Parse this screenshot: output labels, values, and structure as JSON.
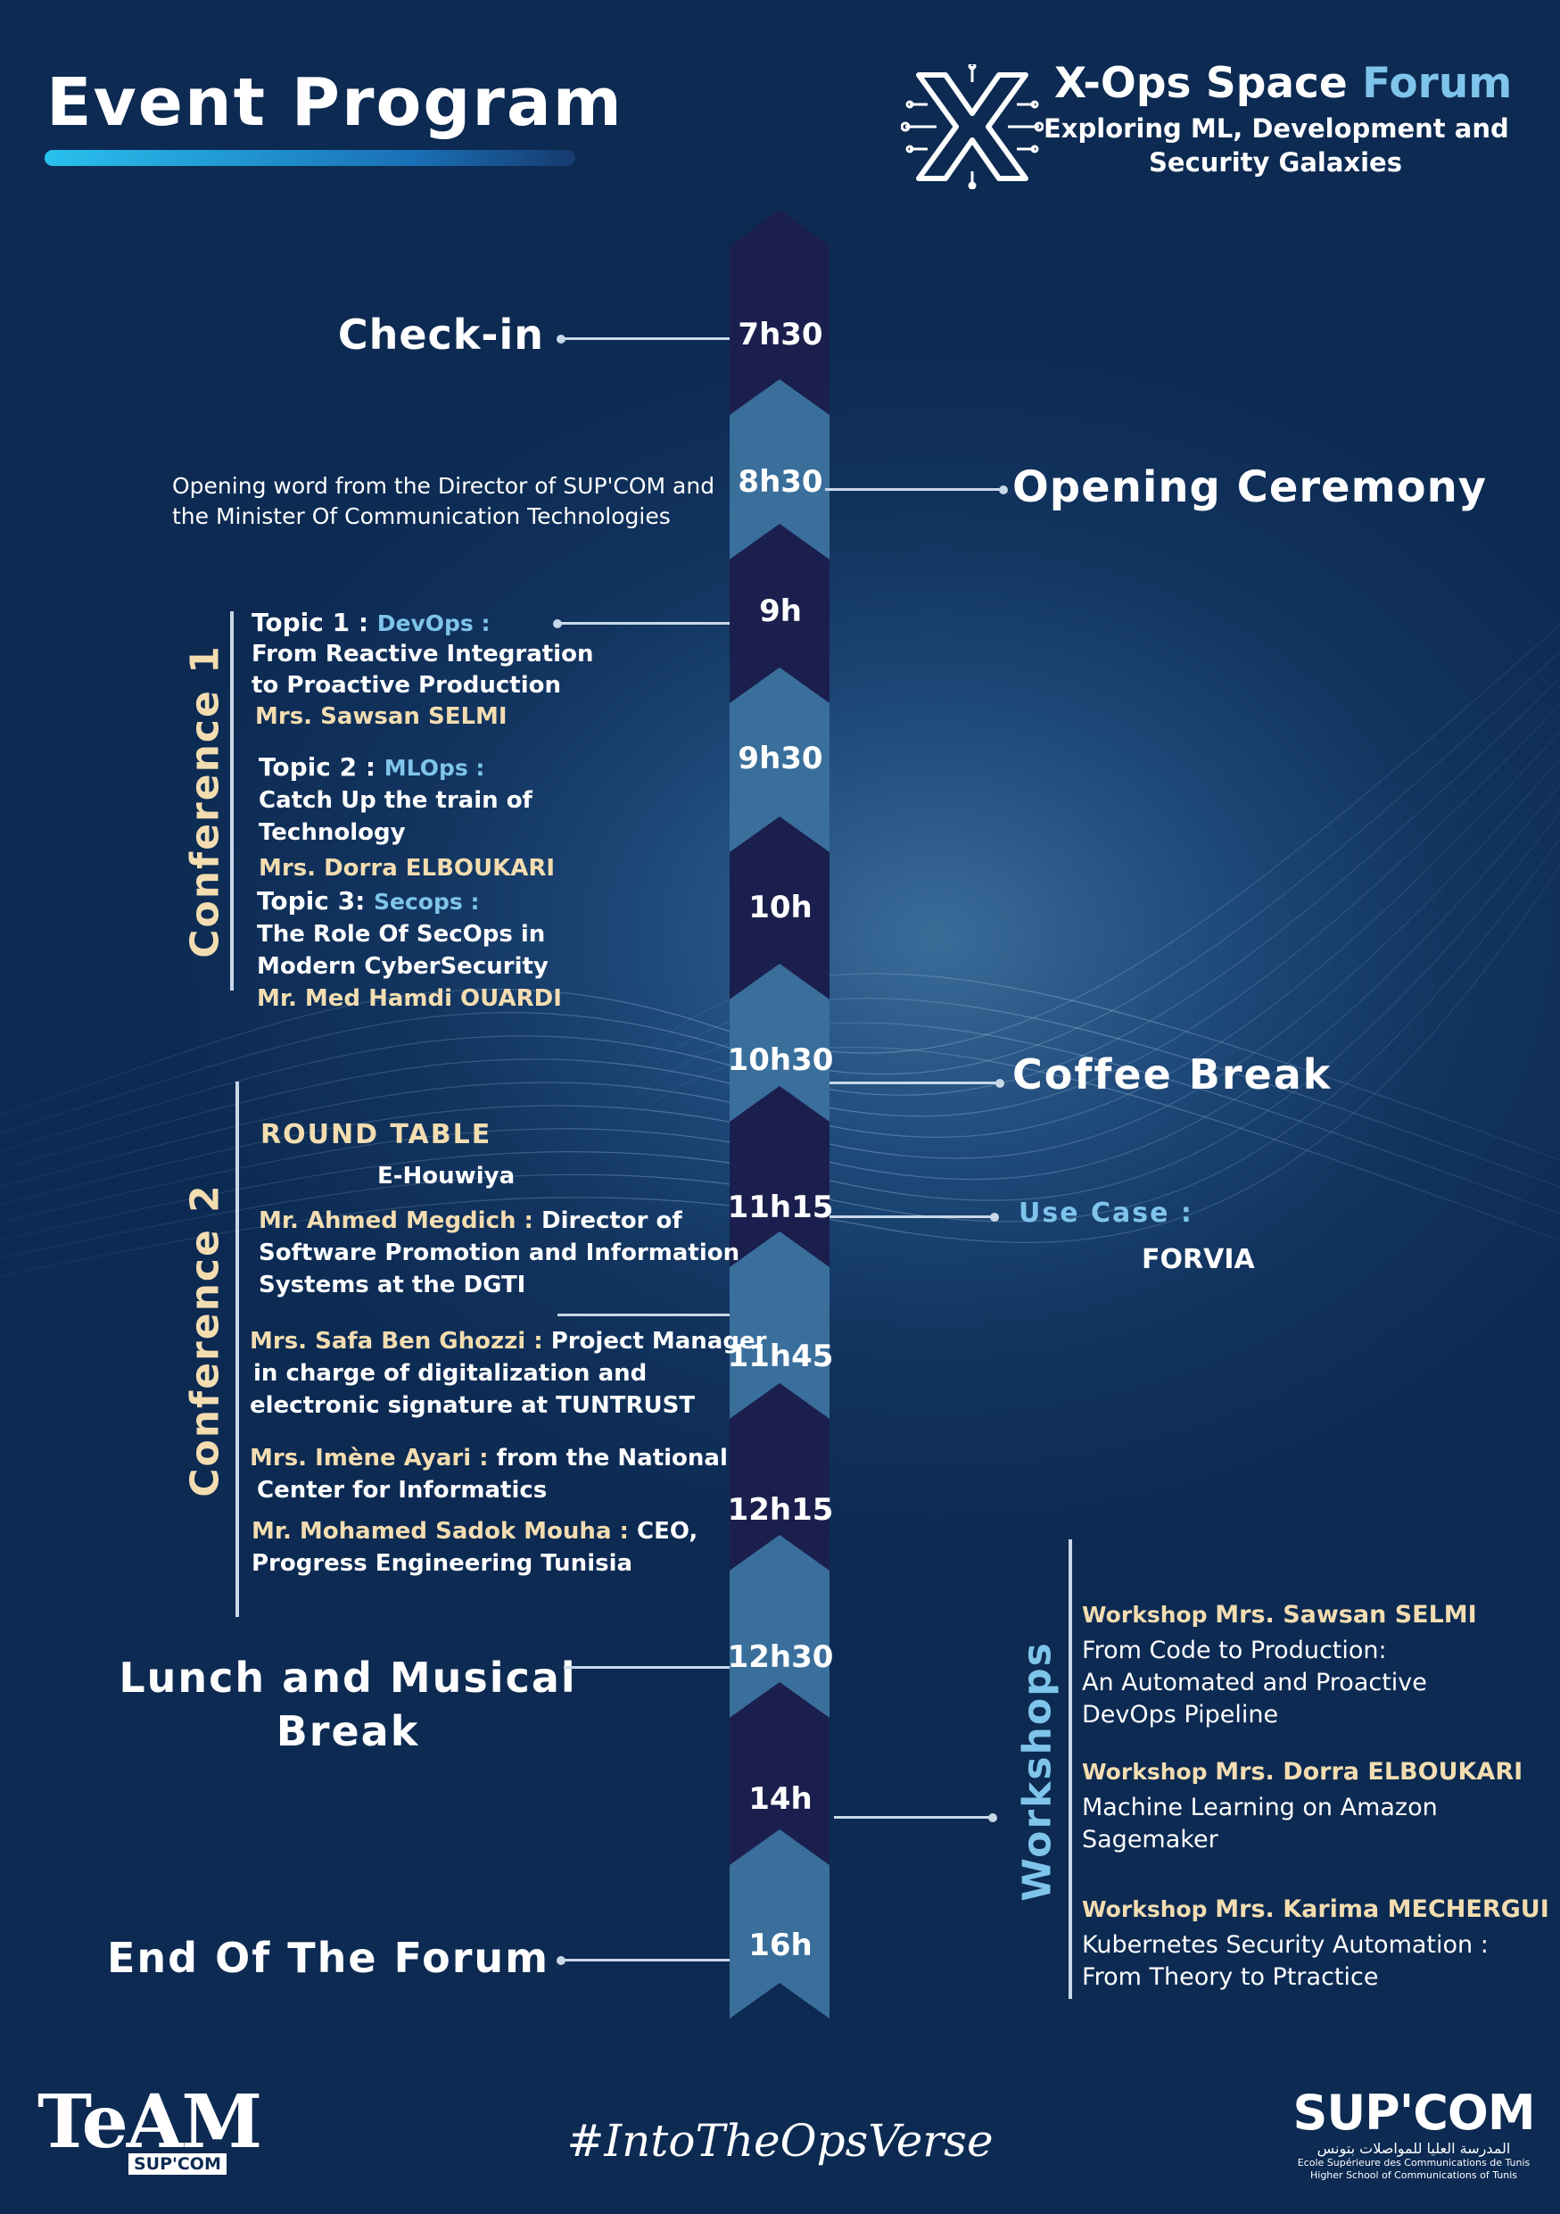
{
  "title": "Event Program",
  "forum": {
    "name_part1": "X-Ops Space ",
    "name_part2": "Forum",
    "subtitle_line1": "Exploring ML, Development and",
    "subtitle_line2": "Security Galaxies"
  },
  "timeline": [
    "7h30",
    "8h30",
    "9h",
    "9h30",
    "10h",
    "10h30",
    "11h15",
    "11h45",
    "12h15",
    "12h30",
    "14h",
    "16h"
  ],
  "events": {
    "checkin": "Check-in",
    "opening_desc_line1": "Opening word from the Director of SUP'COM and",
    "opening_desc_line2": "the Minister Of Communication Technologies",
    "opening": "Opening Ceremony",
    "coffee": "Coffee Break",
    "lunch_line1": "Lunch and Musical",
    "lunch_line2": "Break",
    "end": "End Of The Forum"
  },
  "conference1": {
    "label": "Conference 1",
    "topics": [
      {
        "prefix": "Topic 1 : ",
        "track": "DevOps :",
        "lines": [
          "From Reactive Integration",
          "to Proactive Production"
        ],
        "speaker": "Mrs. Sawsan SELMI"
      },
      {
        "prefix": "Topic 2 : ",
        "track": "MLOps :",
        "lines": [
          "Catch Up the train of",
          "Technology"
        ],
        "speaker": "Mrs. Dorra ELBOUKARI"
      },
      {
        "prefix": "Topic 3: ",
        "track": "Secops :",
        "lines": [
          "The Role Of SecOps in",
          "Modern CyberSecurity"
        ],
        "speaker": "Mr. Med Hamdi OUARDI"
      }
    ]
  },
  "conference2": {
    "label": "Conference 2",
    "heading": "ROUND TABLE",
    "subheading": "E-Houwiya",
    "panelists": [
      {
        "name": "Mr. Ahmed Megdich : ",
        "line1": " Director of",
        "lines": [
          "Software Promotion and Information",
          "Systems at the DGTI"
        ]
      },
      {
        "name": "Mrs. Safa Ben Ghozzi : ",
        "line1": "Project Manager",
        "lines": [
          "in charge of digitalization and",
          "electronic signature at TUNTRUST"
        ]
      },
      {
        "name": "Mrs. Imène Ayari : ",
        "line1": " from the National",
        "lines": [
          "Center for Informatics"
        ]
      },
      {
        "name": "Mr. Mohamed Sadok Mouha : ",
        "line1": "CEO,",
        "lines": [
          "Progress Engineering Tunisia"
        ]
      }
    ]
  },
  "use_case": {
    "label": "Use Case :",
    "value": "FORVIA"
  },
  "workshops": {
    "label": "Workshops",
    "items": [
      {
        "prefix": "Workshop ",
        "speaker": "Mrs. Sawsan SELMI",
        "lines": [
          "From Code to Production:",
          "An Automated and Proactive",
          "DevOps Pipeline"
        ]
      },
      {
        "prefix": "Workshop ",
        "speaker": "Mrs. Dorra ELBOUKARI",
        "lines": [
          "Machine Learning on Amazon",
          "Sagemaker"
        ]
      },
      {
        "prefix": "Workshop ",
        "speaker": "Mrs. Karima MECHERGUI",
        "lines": [
          "Kubernetes Security Automation :",
          "From Theory to Ptractice"
        ]
      }
    ]
  },
  "footer": {
    "team_logo": "TeAM",
    "team_sub": "SUP'COM",
    "hashtag": "#IntoTheOpsVerse",
    "supcom_logo": "SUP'COM",
    "supcom_arabic": "المدرسة العليا للمواصلات بتونس",
    "supcom_fr": "Ecole Supérieure des Communications de Tunis",
    "supcom_en": "Higher School of Communications of Tunis"
  },
  "colors": {
    "background": "#0c2a52",
    "chevron_dark": "#1b1f4d",
    "chevron_light": "#3a6f9c",
    "accent_gold": "#f3ddb0",
    "accent_blue": "#7fc4ea"
  }
}
